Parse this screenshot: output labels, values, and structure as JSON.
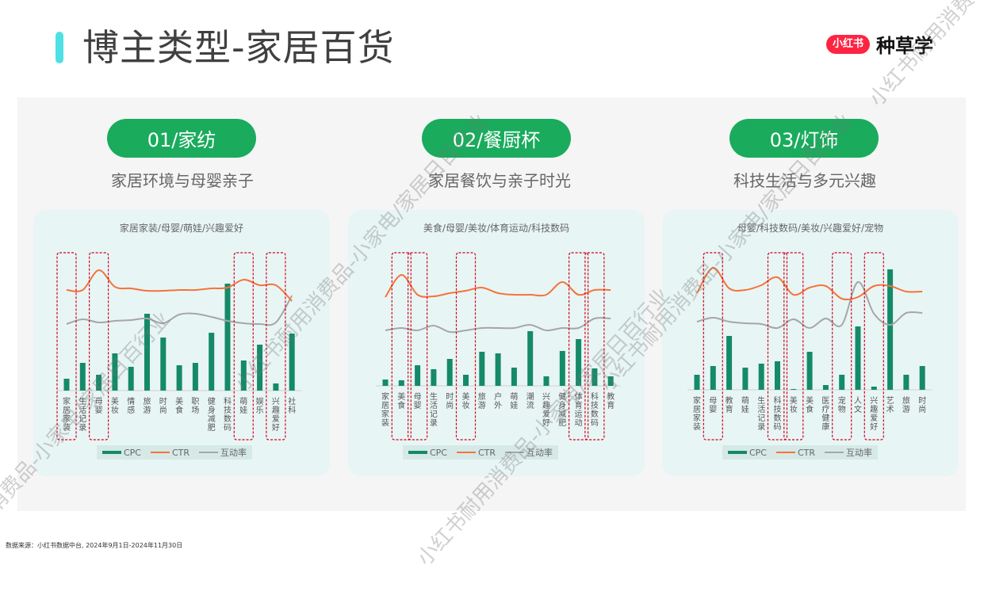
{
  "header": {
    "title": "博主类型-家居百货",
    "logo_badge": "小红书",
    "logo_text": "种草学",
    "accent_color": "#4fe0e4"
  },
  "sections": [
    {
      "pill": "01/家纺",
      "subtitle": "家居环境与母婴亲子",
      "panel_title": "家居家装/母婴/萌娃/兴趣爱好"
    },
    {
      "pill": "02/餐厨杯",
      "subtitle": "家居餐饮与亲子时光",
      "panel_title": "美食/母婴/美妆/体育运动/科技数码"
    },
    {
      "pill": "03/灯饰",
      "subtitle": "科技生活与多元兴趣",
      "panel_title": "母婴/科技数码/美妆/兴趣爱好/宠物"
    }
  ],
  "legend": {
    "cpc": "CPC",
    "ctr": "CTR",
    "interaction": "互动率"
  },
  "colors": {
    "cpc": "#158a68",
    "ctr": "#f5733a",
    "interaction": "#a6a6a6",
    "highlight": "#d0021b",
    "pill": "#1aab5d"
  },
  "footnote": "数据来源：小红书数据中台, 2024年9月1日-2024年11月30日",
  "watermark": "小红书耐用消费品-小家电/家居日百行业",
  "chart_data": [
    {
      "type": "bar+line",
      "title": "家居家装/母婴/萌娃/兴趣爱好",
      "categories": [
        "家居家装",
        "生活记录",
        "母婴",
        "美妆",
        "情感",
        "旅游",
        "时尚",
        "美食",
        "职场",
        "健身减肥",
        "科技数码",
        "萌娃",
        "娱乐",
        "兴趣爱好",
        "社科"
      ],
      "series": [
        {
          "name": "CPC",
          "type": "bar",
          "values": [
            15,
            35,
            20,
            47,
            30,
            97,
            67,
            32,
            35,
            73,
            135,
            38,
            58,
            9,
            72
          ]
        },
        {
          "name": "CTR",
          "type": "line",
          "values": [
            127,
            127,
            152,
            131,
            129,
            126,
            126,
            127,
            127,
            129,
            130,
            140,
            133,
            133,
            113
          ]
        },
        {
          "name": "互动率",
          "type": "line",
          "values": [
            84,
            90,
            86,
            88,
            89,
            91,
            85,
            96,
            97,
            93,
            88,
            85,
            84,
            86,
            120
          ]
        }
      ],
      "highlighted": [
        "家居家装",
        "母婴",
        "萌娃",
        "兴趣爱好"
      ],
      "legend_position": "bottom",
      "grid": false
    },
    {
      "type": "bar+line",
      "title": "美食/母婴/美妆/体育运动/科技数码",
      "categories": [
        "家居家装",
        "美食",
        "母婴",
        "生活记录",
        "时尚",
        "美妆",
        "旅游",
        "户外",
        "萌娃",
        "潮流",
        "兴趣爱好",
        "健身减肥",
        "体育运动",
        "科技数码",
        "教育"
      ],
      "series": [
        {
          "name": "CPC",
          "type": "bar",
          "values": [
            8,
            7,
            26,
            21,
            34,
            14,
            43,
            41,
            23,
            69,
            12,
            44,
            59,
            22,
            12
          ]
        },
        {
          "name": "CTR",
          "type": "line",
          "values": [
            112,
            140,
            115,
            113,
            117,
            120,
            124,
            117,
            115,
            115,
            115,
            131,
            115,
            121,
            121
          ]
        },
        {
          "name": "互动率",
          "type": "line",
          "values": [
            70,
            73,
            70,
            76,
            68,
            70,
            73,
            73,
            73,
            77,
            70,
            73,
            73,
            85,
            85
          ]
        },
        {
          "name": "_unused",
          "type": "none",
          "values": []
        }
      ],
      "highlighted": [
        "美食",
        "母婴",
        "美妆",
        "体育运动",
        "科技数码"
      ],
      "legend_position": "bottom",
      "grid": false
    },
    {
      "type": "bar+line",
      "title": "母婴/科技数码/美妆/兴趣爱好/宠物",
      "categories": [
        "家居家装",
        "母婴",
        "教育",
        "萌娃",
        "生活记录",
        "科技数码",
        "美妆",
        "美食",
        "医疗健康",
        "宠物",
        "人文",
        "兴趣爱好",
        "艺术",
        "旅游",
        "时尚"
      ],
      "series": [
        {
          "name": "CPC",
          "type": "bar",
          "values": [
            19,
            30,
            68,
            28,
            33,
            36,
            1,
            48,
            6,
            19,
            80,
            4,
            152,
            19,
            30
          ]
        },
        {
          "name": "CTR",
          "type": "line",
          "values": [
            122,
            154,
            128,
            126,
            132,
            142,
            120,
            129,
            131,
            115,
            117,
            131,
            131,
            124,
            124
          ]
        },
        {
          "name": "互动率",
          "type": "line",
          "values": [
            86,
            91,
            86,
            84,
            83,
            78,
            89,
            78,
            90,
            82,
            136,
            96,
            82,
            97,
            97
          ]
        }
      ],
      "highlighted": [
        "母婴",
        "科技数码",
        "美妆",
        "宠物",
        "兴趣爱好"
      ],
      "legend_position": "bottom",
      "grid": false
    }
  ]
}
